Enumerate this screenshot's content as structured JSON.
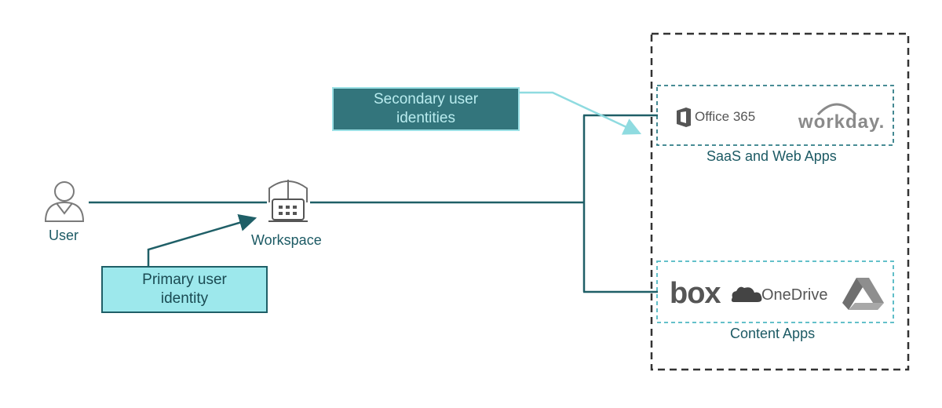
{
  "colors": {
    "line": "#1f5f67",
    "secondary_fill": "#33757c",
    "secondary_text": "#b9ecef",
    "secondary_arrow": "#8fdbe0",
    "primary_fill": "#9de8ec",
    "primary_text": "#1a4a52",
    "label_text": "#1c5a64",
    "dashed_outer": "#333333",
    "dashed_group": "#2f7c86"
  },
  "nodes": {
    "user": {
      "label": "User",
      "icon": "user-icon"
    },
    "workspace": {
      "label": "Workspace",
      "icon": "workspace-icon"
    }
  },
  "callouts": {
    "secondary": "Secondary user\nidentities",
    "primary": "Primary user\nidentity"
  },
  "groups": {
    "saas": {
      "label": "SaaS and Web Apps",
      "apps": [
        {
          "name": "Office 365",
          "icon": "office-icon"
        },
        {
          "name": "workday.",
          "icon": "workday-logo"
        }
      ]
    },
    "content": {
      "label": "Content Apps",
      "apps": [
        {
          "name": "box",
          "icon": "box-logo"
        },
        {
          "name": "OneDrive",
          "icon": "cloud-icon"
        },
        {
          "name": "Google Drive",
          "icon": "google-drive-icon"
        }
      ]
    }
  }
}
